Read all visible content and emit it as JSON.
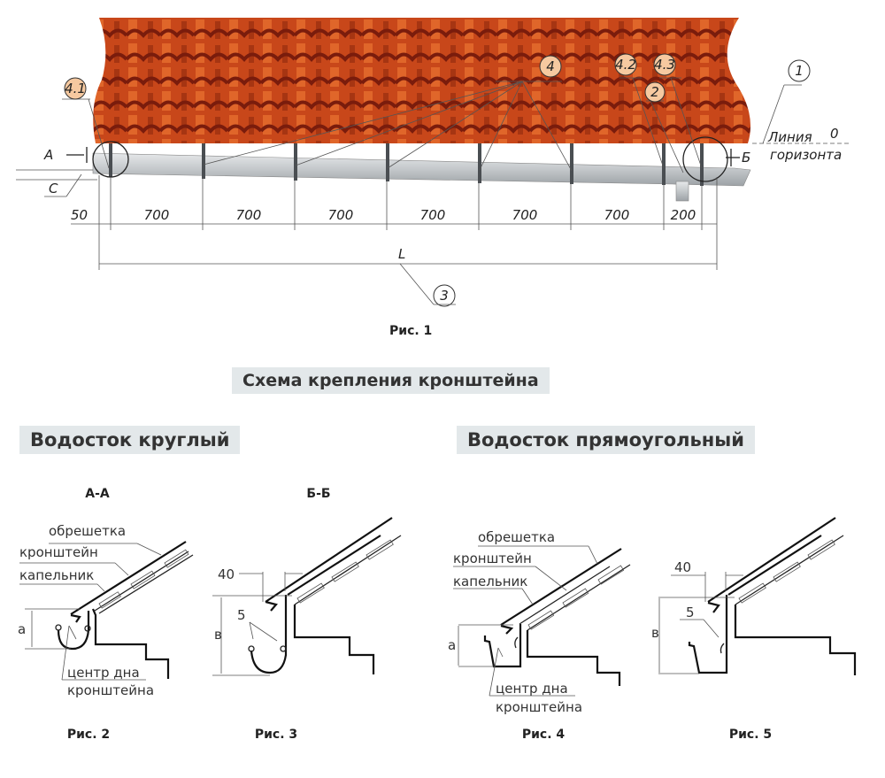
{
  "figure1": {
    "callouts": [
      "4.1",
      "4",
      "4.2",
      "4.3",
      "2",
      "1",
      "3"
    ],
    "label_a": "А",
    "label_b": "Б",
    "label_c": "С",
    "horizon_line": "Линия",
    "horizon_zero": "0",
    "horizon_line2": "горизонта",
    "dimensions": [
      "50",
      "700",
      "700",
      "700",
      "700",
      "700",
      "700",
      "200"
    ],
    "length_label": "L",
    "caption": "Рис. 1"
  },
  "section_title": "Схема крепления кронштейна",
  "round_gutter_title": "Водосток круглый",
  "rect_gutter_title": "Водосток прямоугольный",
  "labels": {
    "battens": "обрешетка",
    "bracket": "кронштейн",
    "drip_edge": "капельник",
    "bottom_center_1": "центр дна",
    "bottom_center_2": "кронштейна",
    "dim_a": "а",
    "dim_b": "в",
    "dim_40": "40",
    "dim_5": "5"
  },
  "figures": {
    "fig2": {
      "section": "А-А",
      "caption": "Рис. 2"
    },
    "fig3": {
      "section": "Б-Б",
      "caption": "Рис. 3"
    },
    "fig4": {
      "caption": "Рис. 4"
    },
    "fig5": {
      "caption": "Рис. 5"
    }
  },
  "colors": {
    "tile": "#c8471a",
    "tile_dark": "#7a1c0c",
    "gutter": "#c9cdd0",
    "heading_bg": "#e3e8ea",
    "callout": "#f6c9a0"
  }
}
